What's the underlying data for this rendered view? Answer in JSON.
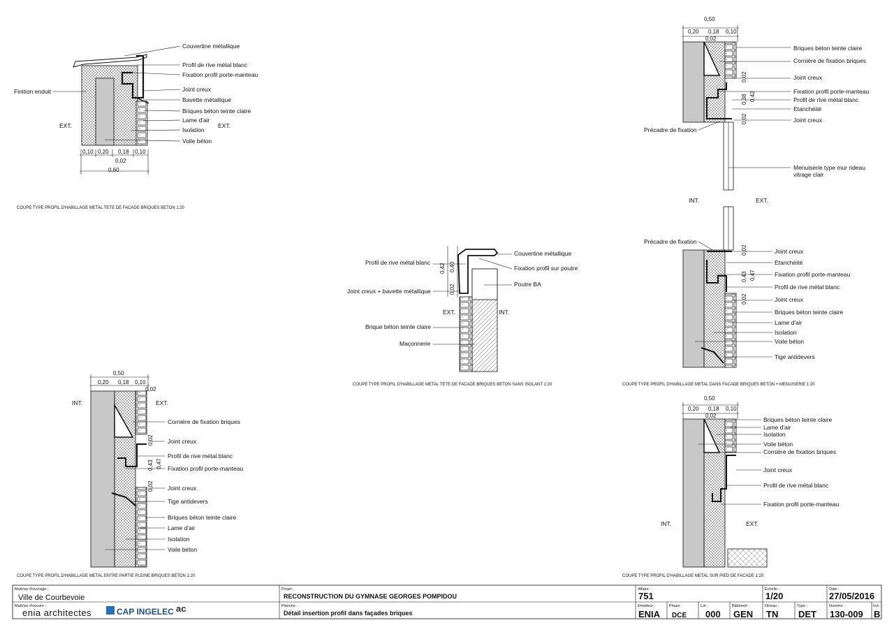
{
  "details": {
    "d1": {
      "caption": "COUPE TYPE PROFIL D'HABILLAGE METAL TETE DE FACADE BRIQUES BETON  1:20",
      "labels": [
        "Couvertine métallique",
        "Profil de rive métal blanc",
        "Fixation profil porte-manteau",
        "Joint creux",
        "Bavette métallique",
        "Briques béton teinte claire",
        "Lame d'air",
        "Isolation",
        "Voile béton"
      ],
      "left_label": "Finition enduit",
      "ext1": "EXT.",
      "ext2": "EXT.",
      "dims": [
        "0,10",
        "0,20",
        "0,18",
        "0,10",
        "0,02",
        "0,60"
      ]
    },
    "d2": {
      "caption": "COUPE TYPE PROFIL D'HABILLAGE METAL TETE DE FACADE BRIQUES BETON SANS ISOLANT 1:20",
      "left_labels": [
        "Profil de rive métal blanc",
        "Joint creux + bavette métallique",
        "Brique béton teinte claire",
        "Maçonnerie"
      ],
      "right_labels": [
        "Couvertine métallique",
        "Fixation profil sur poutre",
        "Poutre BA"
      ],
      "ext": "EXT.",
      "int": "INT.",
      "dims": [
        "0,42",
        "0,40",
        "0,02"
      ]
    },
    "d3": {
      "labels": [
        "Briques béton teinte claire",
        "Cornière de fixation briques",
        "Joint creux",
        "Fixation profil porte-manteau",
        "Profil de rive métal blanc",
        "Etanchéité",
        "Joint creux",
        "Menuiserie type mur rideau",
        "vitrage clair"
      ],
      "left_label": "Précadre de fixation",
      "int": "INT.",
      "ext": "EXT.",
      "dims": [
        "0,50",
        "0,20",
        "0,18",
        "0,10",
        "0,02",
        "0,02",
        "0,38",
        "0,42",
        "0,02"
      ]
    },
    "d4": {
      "caption": "COUPE TYPE PROFIL D'HABILLAGE METAL DANS FACADE BRIQUES BETON + MENUISERIE 1:20",
      "labels": [
        "Joint creux",
        "Etanchéité",
        "Fixation profil porte-manteau",
        "Profil de rive métal blanc",
        "Joint creux",
        "Briques béton teinte claire",
        "Lame d'air",
        "Isolation",
        "Voile béton",
        "Tige antidevers"
      ],
      "left_label": "Précadre de fixation",
      "dims": [
        "0,02",
        "0,43",
        "0,47",
        "0,02"
      ]
    },
    "d5": {
      "caption": "COUPE TYPE PROFIL D'HABILLAGE METAL ENTRE PARTIE PLEINE BRIQUES BETON 1:20",
      "labels": [
        "Cornière de fixation briques",
        "Joint creux",
        "Profil de rive métal blanc",
        "Fixation profil porte-manteau",
        "Joint creux",
        "Tige antidevers",
        "Briques béton teinte claire",
        "Lame d'air",
        "Isolation",
        "Voile béton"
      ],
      "int": "INT.",
      "ext": "EXT.",
      "dims": [
        "0,50",
        "0,20",
        "0,18",
        "0,10",
        "0,02",
        "0,02",
        "0,43",
        "0,47",
        "0,02"
      ]
    },
    "d6": {
      "caption": "COUPE TYPE PROFIL D'HABILLAGE METAL SUR PIED DE FACADE 1:20",
      "labels": [
        "Briques béton teinte claire",
        "Lame d'air",
        "Isolation",
        "Voile béton",
        "Cornière de fixation briques",
        "Joint creux",
        "Profil de rive métal blanc",
        "Fixation profil porte-manteau"
      ],
      "int": "INT.",
      "ext": "EXT.",
      "dims": [
        "0,50",
        "0,20",
        "0,18",
        "0,10",
        "0,02"
      ]
    }
  },
  "titleblock": {
    "owner_label": "Maîtrise d'ouvrage :",
    "owner": "Ville de Courbevoie",
    "moe_label": "Maîtrise d'oeuvre :",
    "moe": "enia architectes",
    "logo1": "CAP INGELEC",
    "logo2": "ac",
    "projet_label": "Projet :",
    "projet": "RECONSTRUCTION DU GYMNASE GEORGES POMPIDOU",
    "planche_label": "Planche :",
    "planche": "Détail insertion profil dans façades briques",
    "affaire_label": "Affaire :",
    "affaire": "751",
    "echelle_label": "Echelle :",
    "echelle": "1/20",
    "date_label": "Date :",
    "date": "27/05/2016",
    "emetteur_label": "Emetteur :",
    "emetteur": "ENIA",
    "phase_label": "Phase :",
    "phase": "DCE",
    "lot_label": "Lot :",
    "lot": "000",
    "batiment_label": "Bâtiment :",
    "batiment": "GEN",
    "niveau_label": "Niveau :",
    "niveau": "TN",
    "type_label": "Type :",
    "type": "DET",
    "numero_label": "Numéro :",
    "numero": "130-009",
    "ind_label": "Ind. :",
    "ind": "B"
  },
  "colors": {
    "line": "#111111",
    "concrete": "#c8c8c8",
    "insulation_hatch": "#555555",
    "brick": "#ffffff"
  }
}
